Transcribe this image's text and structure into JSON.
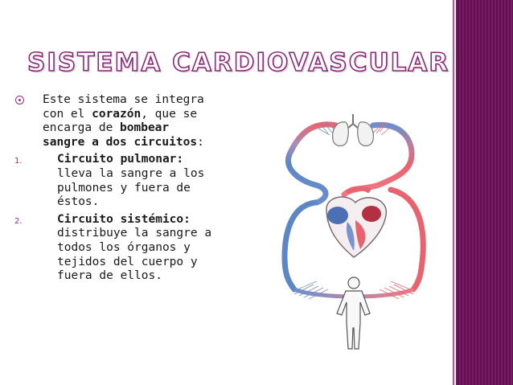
{
  "slide": {
    "title": "SISTEMA CARDIOVASCULAR",
    "intro": {
      "t1": "Este sistema se integra con el ",
      "b1": "corazón",
      "t2": ", que se encarga de ",
      "b2": "bombear sangre a dos circuitos",
      "t3": ":"
    },
    "items": [
      {
        "number": "1.",
        "heading": "Circuito pulmonar:",
        "body": "lleva la sangre a los pulmones y fuera de éstos."
      },
      {
        "number": "2.",
        "heading": "Circuito sistémico:",
        "body": "distribuye la sangre a todos los órganos y tejidos del cuerpo y fuera de ellos."
      }
    ]
  },
  "diagram": {
    "icons": [
      "lungs-icon",
      "heart-icon",
      "human-figure-icon"
    ],
    "colors": {
      "oxygenated": "#e8636e",
      "deoxygenated": "#5c86c6",
      "accent": "#8a2a78"
    }
  }
}
